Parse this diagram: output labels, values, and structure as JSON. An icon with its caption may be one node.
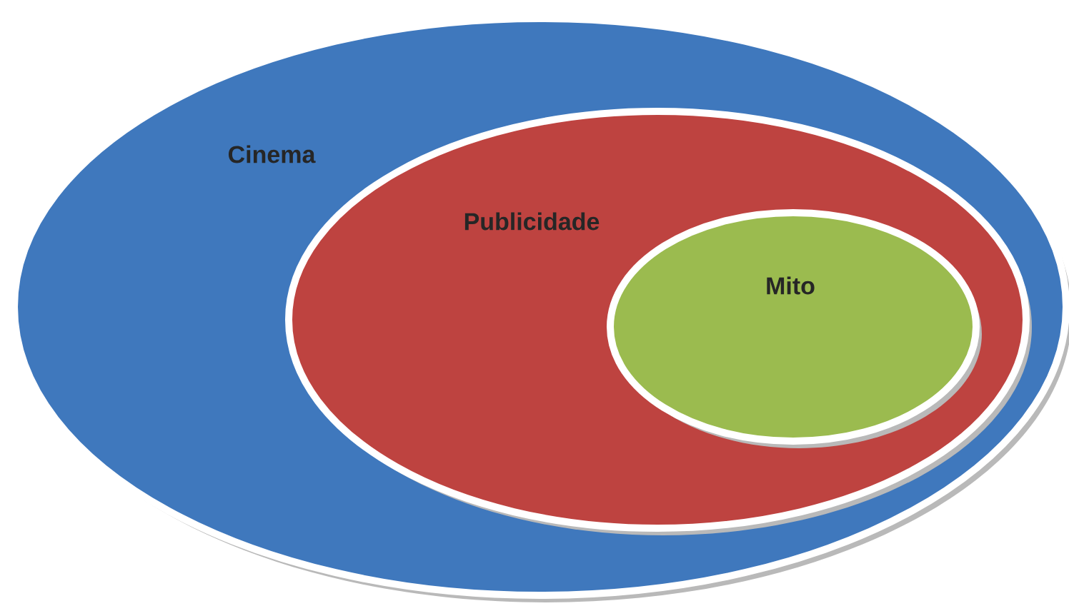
{
  "diagram": {
    "nodes": [
      {
        "text": [
          "Cinema"
        ]
      },
      {
        "text": [
          "Publicidade"
        ],
        "in": 0
      },
      {
        "text": [
          "Mito"
        ],
        "in": 1
      }
    ]
  }
}
